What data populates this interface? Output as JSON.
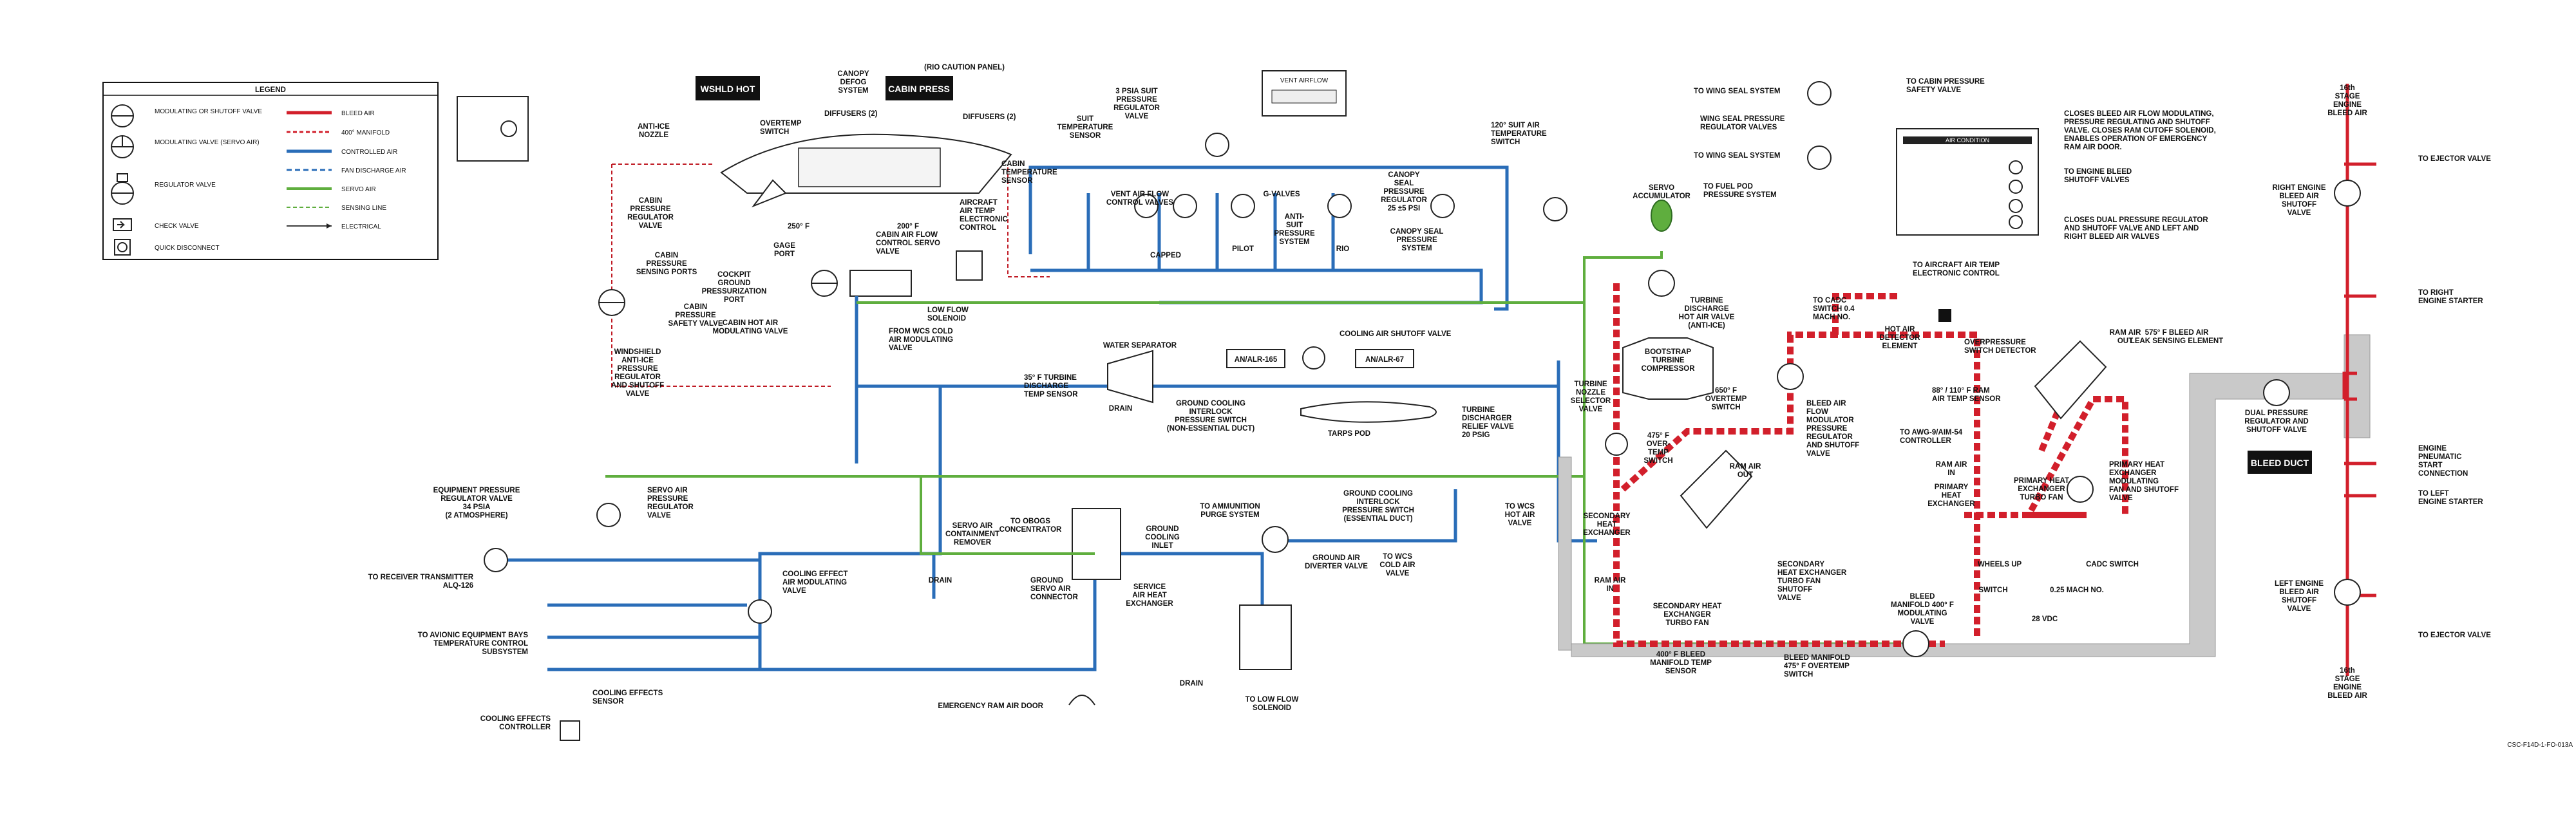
{
  "legend": {
    "title": "LEGEND",
    "symbols": [
      {
        "label": "MODULATING OR SHUTOFF VALVE"
      },
      {
        "label": "MODULATING VALVE (SERVO AIR)"
      },
      {
        "label": "REGULATOR VALVE"
      },
      {
        "label": "CHECK VALVE"
      },
      {
        "label": "QUICK DISCONNECT"
      }
    ],
    "lines": [
      {
        "label": "BLEED AIR",
        "color": "#d21f2b"
      },
      {
        "label": "400° MANIFOLD",
        "color": "#d21f2b"
      },
      {
        "label": "CONTROLLED AIR",
        "color": "#2a6db8"
      },
      {
        "label": "FAN DISCHARGE AIR",
        "color": "#2a6db8"
      },
      {
        "label": "SERVO AIR",
        "color": "#5fae3e"
      },
      {
        "label": "SENSING LINE",
        "color": "#5fae3e"
      },
      {
        "label": "ELECTRICAL",
        "color": "#222222"
      }
    ]
  },
  "indicators": {
    "wshld_hot": "WSHLD HOT",
    "cabin_press": "CABIN PRESS",
    "bleed_duct": "BLEED DUCT",
    "rio_caution": "(RIO CAUTION PANEL)",
    "vent_airflow": "VENT AIRFLOW"
  },
  "cockpit_labels": [
    {
      "id": "anti-ice-nozzle",
      "text": "ANTI-ICE|NOZZLE"
    },
    {
      "id": "overtemp-switch",
      "text": "OVERTEMP|SWITCH"
    },
    {
      "id": "diffusers-1",
      "text": "DIFFUSERS (2)"
    },
    {
      "id": "canopy-defog",
      "text": "CANOPY|DEFOG|SYSTEM"
    },
    {
      "id": "diffusers-2",
      "text": "DIFFUSERS (2)"
    },
    {
      "id": "cabin-temp-sensor",
      "text": "CABIN|TEMPERATURE|SENSOR"
    },
    {
      "id": "aircraft-air-temp",
      "text": "AIRCRAFT|AIR TEMP|ELECTRONIC|CONTROL"
    },
    {
      "id": "cabin-pressure-reg",
      "text": "CABIN|PRESSURE|REGULATOR|VALVE"
    },
    {
      "id": "gage-port",
      "text": "GAGE|PORT"
    },
    {
      "id": "cabin-press-sensing",
      "text": "CABIN|PRESSURE|SENSING PORTS"
    },
    {
      "id": "cockpit-ground-press",
      "text": "COCKPIT|GROUND|PRESSURIZATION|PORT"
    },
    {
      "id": "cabin-press-safety",
      "text": "CABIN|PRESSURE|SAFETY VALVE"
    },
    {
      "id": "cabin-hot-air-mod",
      "text": "CABIN HOT AIR|MODULATING VALVE"
    },
    {
      "id": "cabin-air-flow-servo",
      "text": "CABIN AIR FLOW|CONTROL SERVO|VALVE"
    },
    {
      "id": "low-flow-solenoid",
      "text": "LOW FLOW|SOLENOID"
    },
    {
      "id": "wcs-cold-air",
      "text": "FROM WCS COLD|AIR MODULATING|VALVE"
    },
    {
      "id": "wshld-anti-ice",
      "text": "WINDSHIELD|ANTI-ICE|PRESSURE|REGULATOR|AND SHUTOFF|VALVE"
    },
    {
      "id": "temp-250",
      "text": "250° F"
    },
    {
      "id": "temp-200",
      "text": "200° F"
    }
  ],
  "distribution_labels": [
    {
      "id": "psia-suit-reg",
      "text": "3 PSIA SUIT|PRESSURE|REGULATOR|VALVE"
    },
    {
      "id": "suit-temp-sensor",
      "text": "SUIT|TEMPERATURE|SENSOR"
    },
    {
      "id": "vent-air-flow",
      "text": "VENT AIR FLOW|CONTROL VALVES"
    },
    {
      "id": "capped",
      "text": "CAPPED"
    },
    {
      "id": "g-valves",
      "text": "G-VALVES"
    },
    {
      "id": "pilot",
      "text": "PILOT"
    },
    {
      "id": "anti-suit",
      "text": "ANTI-|SUIT|PRESSURE|SYSTEM"
    },
    {
      "id": "rio",
      "text": "RIO"
    },
    {
      "id": "canopy-seal-reg",
      "text": "CANOPY|SEAL|PRESSURE|REGULATOR|25 ±5 PSI"
    },
    {
      "id": "canopy-seal-sys",
      "text": "CANOPY SEAL|PRESSURE|SYSTEM"
    },
    {
      "id": "suit-air-120",
      "text": "120° SUIT AIR|TEMPERATURE|SWITCH"
    },
    {
      "id": "cooling-air-shutoff",
      "text": "COOLING AIR SHUTOFF VALVE"
    },
    {
      "id": "alr-165",
      "text": "AN/ALR-165"
    },
    {
      "id": "alr-67",
      "text": "AN/ALR-67"
    },
    {
      "id": "water-separator",
      "text": "WATER SEPARATOR"
    },
    {
      "id": "drain-1",
      "text": "DRAIN"
    },
    {
      "id": "turbine-discharge-35",
      "text": "35° F TURBINE|DISCHARGE|TEMP SENSOR"
    },
    {
      "id": "ground-cooling-nonessential",
      "text": "GROUND COOLING|INTERLOCK|PRESSURE SWITCH|(NON-ESSENTIAL DUCT)"
    },
    {
      "id": "tarps-pod",
      "text": "TARPS POD"
    },
    {
      "id": "turbine-relief",
      "text": "TURBINE|DISCHARGER|RELIEF VALVE|20 PSIG"
    },
    {
      "id": "to-ammo-purge",
      "text": "TO AMMUNITION|PURGE SYSTEM"
    },
    {
      "id": "ground-cooling-essential",
      "text": "GROUND COOLING|INTERLOCK|PRESSURE SWITCH|(ESSENTIAL DUCT)"
    },
    {
      "id": "to-wcs-hot",
      "text": "TO WCS|HOT AIR|VALVE"
    },
    {
      "id": "ground-cooling-inlet",
      "text": "GROUND|COOLING|INLET"
    },
    {
      "id": "ground-air-diverter",
      "text": "GROUND AIR|DIVERTER VALVE"
    },
    {
      "id": "to-wcs-cold",
      "text": "TO WCS|COLD AIR|VALVE"
    },
    {
      "id": "to-obogs",
      "text": "TO OBOGS|CONCENTRATOR"
    },
    {
      "id": "servo-containment",
      "text": "SERVO AIR|CONTAINMENT|REMOVER"
    },
    {
      "id": "drain-2",
      "text": "DRAIN"
    },
    {
      "id": "ground-servo-connector",
      "text": "GROUND|SERVO AIR|CONNECTOR"
    },
    {
      "id": "service-air-hx",
      "text": "SERVICE|AIR HEAT|EXCHANGER"
    },
    {
      "id": "drain-3",
      "text": "DRAIN"
    },
    {
      "id": "emergency-ram-door",
      "text": "EMERGENCY RAM AIR DOOR"
    },
    {
      "id": "to-low-flow-solenoid",
      "text": "TO LOW FLOW|SOLENOID"
    },
    {
      "id": "equip-pressure-reg",
      "text": "EQUIPMENT PRESSURE|REGULATOR VALVE|34 PSIA|(2 ATMOSPHERE)"
    },
    {
      "id": "servo-air-pressure-reg",
      "text": "SERVO AIR|PRESSURE|REGULATOR|VALVE"
    },
    {
      "id": "to-receiver",
      "text": "TO RECEIVER TRANSMITTER|ALQ-126"
    },
    {
      "id": "cooling-effect-mod",
      "text": "COOLING EFFECT|AIR MODULATING|VALVE"
    },
    {
      "id": "to-avionic",
      "text": "TO AVIONIC EQUIPMENT BAYS|TEMPERATURE CONTROL|SUBSYSTEM"
    },
    {
      "id": "cooling-effects-sensor",
      "text": "COOLING EFFECTS|SENSOR"
    },
    {
      "id": "cooling-effects-ctrl",
      "text": "COOLING EFFECTS|CONTROLLER"
    }
  ],
  "ecs_labels": [
    {
      "id": "servo-accumulator",
      "text": "SERVO|ACCUMULATOR"
    },
    {
      "id": "to-fuel-pod",
      "text": "TO FUEL POD|PRESSURE SYSTEM"
    },
    {
      "id": "turbine-discharge-hot",
      "text": "TURBINE|DISCHARGE|HOT AIR VALVE|(ANTI-ICE)"
    },
    {
      "id": "to-cadc",
      "text": "TO CADC|SWITCH 0.4|MACH NO."
    },
    {
      "id": "bootstrap",
      "text": "BOOTSTRAP|TURBINE|COMPRESSOR"
    },
    {
      "id": "overtemp-650",
      "text": "650° F|OVERTEMP|SWITCH"
    },
    {
      "id": "bleed-air-flow-mod",
      "text": "BLEED AIR|FLOW|MODULATOR|PRESSURE|REGULATOR|AND SHUTOFF|VALVE"
    },
    {
      "id": "turbine-nozzle-selector",
      "text": "TURBINE|NOZZLE|SELECTOR|VALVE"
    },
    {
      "id": "overtemp-475",
      "text": "475° F|OVER-|TEMP|SWITCH"
    },
    {
      "id": "ram-air-out-1",
      "text": "RAM AIR|OUT"
    },
    {
      "id": "secondary-hx",
      "text": "SECONDARY|HEAT|EXCHANGER"
    },
    {
      "id": "ram-air-in-1",
      "text": "RAM AIR|IN"
    },
    {
      "id": "secondary-hx-fan",
      "text": "SECONDARY HEAT|EXCHANGER|TURBO FAN"
    },
    {
      "id": "secondary-hx-fan-shutoff",
      "text": "SECONDARY|HEAT EXCHANGER|TURBO FAN|SHUTOFF|VALVE"
    },
    {
      "id": "bleed-manifold-400",
      "text": "BLEED|MANIFOLD 400° F|MODULATING|VALVE"
    },
    {
      "id": "bleed-manifold-temp",
      "text": "400° F BLEED|MANIFOLD TEMP|SENSOR"
    },
    {
      "id": "bleed-manifold-overtemp",
      "text": "BLEED MANIFOLD|475° F OVERTEMP|SWITCH"
    },
    {
      "id": "hot-air-detector",
      "text": "HOT AIR|DETECTOR|ELEMENT"
    },
    {
      "id": "overpressure-detector",
      "text": "OVERPRESSURE|SWITCH DETECTOR"
    },
    {
      "id": "ram-air-out-2",
      "text": "RAM AIR|OUT"
    },
    {
      "id": "leak-sensing",
      "text": "575° F BLEED AIR|LEAK SENSING ELEMENT"
    },
    {
      "id": "ram-air-temp",
      "text": "88° / 110° F RAM|AIR TEMP SENSOR"
    },
    {
      "id": "to-awg",
      "text": "TO AWG-9/AIM-54|CONTROLLER"
    },
    {
      "id": "ram-air-in-2",
      "text": "RAM AIR|IN"
    },
    {
      "id": "primary-hx",
      "text": "PRIMARY|HEAT|EXCHANGER"
    },
    {
      "id": "primary-hx-fan",
      "text": "PRIMARY HEAT|EXCHANGER|TURBO FAN"
    },
    {
      "id": "primary-hx-mod",
      "text": "PRIMARY HEAT|EXCHANGER|MODULATING|FAN AND SHUTOFF|VALVE"
    },
    {
      "id": "dual-pressure-reg",
      "text": "DUAL PRESSURE|REGULATOR AND|SHUTOFF VALVE"
    },
    {
      "id": "wheels-up",
      "text": "WHEELS UP"
    },
    {
      "id": "cadc-switch",
      "text": "CADC SWITCH"
    },
    {
      "id": "switch",
      "text": "SWITCH"
    },
    {
      "id": "mach-025",
      "text": "0.25 MACH NO."
    },
    {
      "id": "vdc-28",
      "text": "28 VDC"
    }
  ],
  "right_labels": [
    {
      "id": "to-wing-seal-1",
      "text": "TO WING SEAL SYSTEM"
    },
    {
      "id": "wing-seal-reg",
      "text": "WING SEAL PRESSURE|REGULATOR VALVES"
    },
    {
      "id": "to-wing-seal-2",
      "text": "TO WING SEAL SYSTEM"
    },
    {
      "id": "to-cabin-safety",
      "text": "TO CABIN PRESSURE|SAFETY VALVE"
    },
    {
      "id": "air-condition",
      "text": "AIR CONDITION"
    },
    {
      "id": "closes-bleed",
      "text": "CLOSES BLEED AIR FLOW MODULATING,|PRESSURE REGULATING AND SHUTOFF|VALVE.  CLOSES RAM CUTOFF SOLENOID,|ENABLES OPERATION OF EMERGENCY|RAM AIR DOOR."
    },
    {
      "id": "to-engine-bleed",
      "text": "TO ENGINE BLEED|SHUTOFF VALVES"
    },
    {
      "id": "closes-dual",
      "text": "CLOSES DUAL PRESSURE REGULATOR|AND SHUTOFF VALVE AND LEFT AND|RIGHT BLEED AIR VALVES"
    },
    {
      "id": "to-aircraft-air-temp",
      "text": "TO AIRCRAFT AIR TEMP|ELECTRONIC CONTROL"
    },
    {
      "id": "stage-16-top",
      "text": "16th|STAGE|ENGINE|BLEED AIR"
    },
    {
      "id": "right-engine-bleed",
      "text": "RIGHT ENGINE|BLEED AIR|SHUTOFF|VALVE"
    },
    {
      "id": "to-ejector-1",
      "text": "TO EJECTOR VALVE"
    },
    {
      "id": "to-right-starter",
      "text": "TO RIGHT|ENGINE STARTER"
    },
    {
      "id": "engine-pneumatic",
      "text": "ENGINE|PNEUMATIC|START|CONNECTION"
    },
    {
      "id": "to-left-starter",
      "text": "TO LEFT|ENGINE STARTER"
    },
    {
      "id": "left-engine-bleed",
      "text": "LEFT ENGINE|BLEED AIR|SHUTOFF|VALVE"
    },
    {
      "id": "to-ejector-2",
      "text": "TO EJECTOR VALVE"
    },
    {
      "id": "stage-16-bottom",
      "text": "16th|STAGE|ENGINE|BLEED AIR"
    }
  ],
  "footer": {
    "figure_id": "CSC-F14D-1-FO-013A"
  }
}
